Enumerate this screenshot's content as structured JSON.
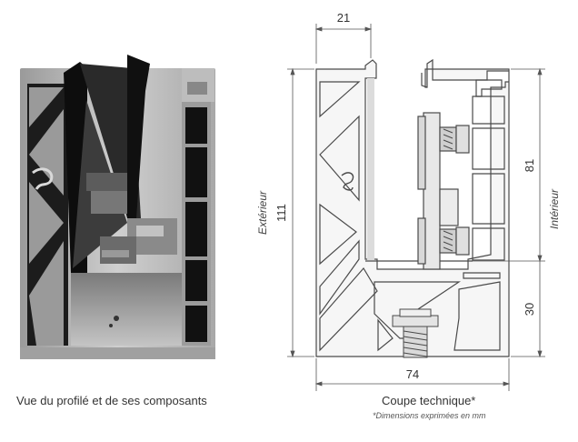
{
  "captions": {
    "left": "Vue du profilé et de ses composants",
    "right": "Coupe technique*",
    "note": "*Dimensions exprimées en mm"
  },
  "dimensions": {
    "top_width": "21",
    "total_height": "111",
    "inner_upper": "81",
    "inner_lower": "30",
    "base_width": "74"
  },
  "side_labels": {
    "exterior": "Extérieur",
    "interior": "Intérieur"
  },
  "colors": {
    "profile_fill": "#f6f6f6",
    "profile_stroke": "#4a4a4a",
    "photo_metal": "#b8b8b8",
    "photo_dark": "#1c1c1c"
  }
}
